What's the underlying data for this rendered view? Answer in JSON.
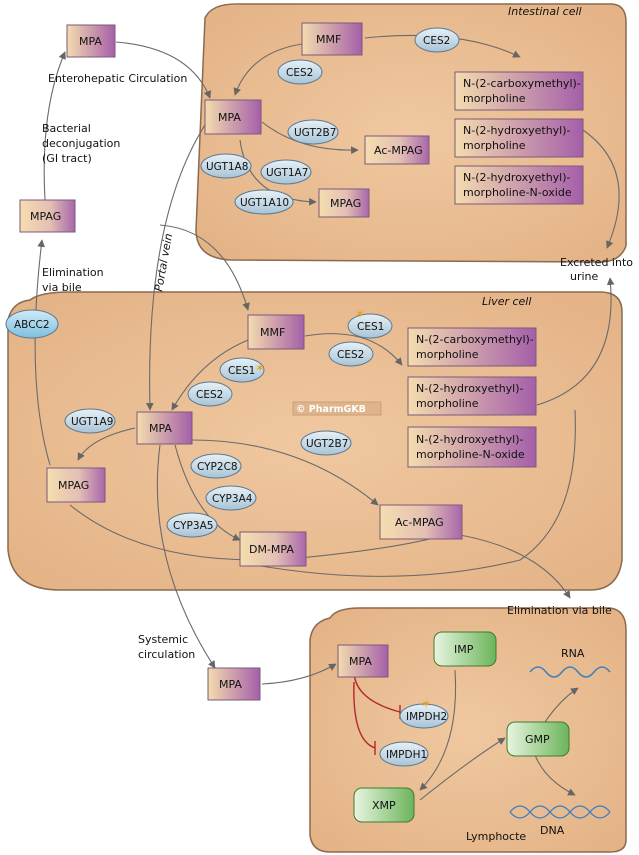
{
  "cells": {
    "intestinal": "Intestinal cell",
    "liver": "Liver cell",
    "lymphocyte": "Lymphocte"
  },
  "labels": {
    "enterohepatic": "Enterohepatic Circulation",
    "bacterial": [
      "Bacterial",
      "deconjugation",
      "(GI tract)"
    ],
    "elimination_bile_left": [
      "Elimination",
      "via bile"
    ],
    "portal_vein": "Portal vein",
    "excreted": [
      "Excreted into",
      "urine"
    ],
    "elimination_bile_right": "Elimination via bile",
    "systemic": [
      "Systemic",
      "circulation"
    ],
    "watermark": "© PharmGKB",
    "rna": "RNA",
    "dna": "DNA"
  },
  "compounds": {
    "mpa_top": "MPA",
    "mmf_int": "MMF",
    "mpa_int": "MPA",
    "acmpag_int": "Ac-MPAG",
    "mpag_int": "MPAG",
    "mpag_left": "MPAG",
    "mmf_liv": "MMF",
    "mpa_liv": "MPA",
    "mpag_liv": "MPAG",
    "acmpag_liv": "Ac-MPAG",
    "dmmpa_liv": "DM-MPA",
    "mpa_sys": "MPA",
    "mpa_lym": "MPA",
    "imp": "IMP",
    "xmp": "XMP",
    "gmp": "GMP"
  },
  "metabolites": {
    "int_1": [
      "N-(2-carboxymethyl)-",
      "morpholine"
    ],
    "int_2": [
      "N-(2-hydroxyethyl)-",
      "morpholine"
    ],
    "int_3": [
      "N-(2-hydroxyethyl)-",
      "morpholine-N-oxide"
    ],
    "liv_1": [
      "N-(2-carboxymethyl)-",
      "morpholine"
    ],
    "liv_2": [
      "N-(2-hydroxyethyl)-",
      "morpholine"
    ],
    "liv_3": [
      "N-(2-hydroxyethyl)-",
      "morpholine-N-oxide"
    ]
  },
  "enzymes": {
    "ces2_int_a": "CES2",
    "ces2_int_b": "CES2",
    "ugt2b7_int": "UGT2B7",
    "ugt1a8": "UGT1A8",
    "ugt1a7": "UGT1A7",
    "ugt1a10": "UGT1A10",
    "abcc2": "ABCC2",
    "ces1_liv_a": "CES1",
    "ces2_liv_a": "CES2",
    "ces1_liv_b": "CES1",
    "ces2_liv_b": "CES2",
    "ugt1a9": "UGT1A9",
    "ugt2b7_liv": "UGT2B7",
    "cyp2c8": "CYP2C8",
    "cyp3a4": "CYP3A4",
    "cyp3a5": "CYP3A5",
    "impdh2": "IMPDH2",
    "impdh1": "IMPDH1"
  },
  "colors": {
    "cell_fill": "#e9bb90",
    "cell_stroke": "#8a6a50",
    "compound_purple": "#a660a8",
    "compound_tan": "#f3dcae",
    "enzyme_blue": "#c8dce8",
    "green": "#8cc87a",
    "inhibit": "#b3282e",
    "arrow": "#777777"
  }
}
